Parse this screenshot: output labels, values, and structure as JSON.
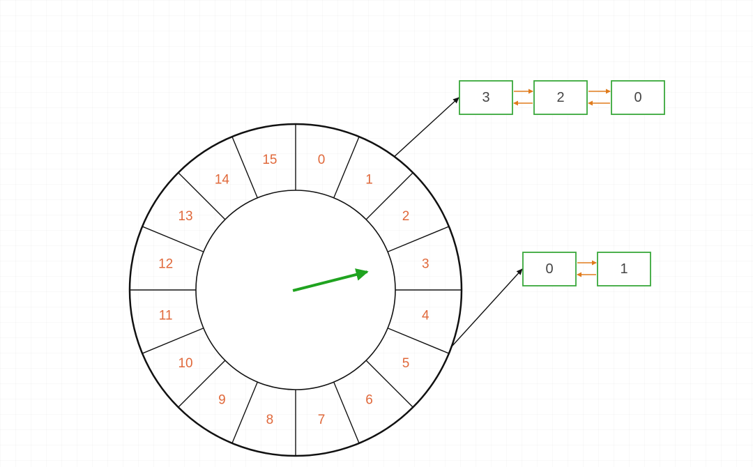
{
  "colors": {
    "wheel_stroke": "#111111",
    "slot_label": "#e0683a",
    "pointer": "#1fa31f",
    "node_border": "#39a83a",
    "node_text": "#444444",
    "link_arrow": "#e07b1c",
    "connector": "#111111"
  },
  "wheel": {
    "slot_count": 16,
    "slots": [
      "0",
      "1",
      "2",
      "3",
      "4",
      "5",
      "6",
      "7",
      "8",
      "9",
      "10",
      "11",
      "12",
      "13",
      "14",
      "15"
    ],
    "pointer_slot": 3
  },
  "lists": [
    {
      "attached_slot": 1,
      "nodes": [
        "3",
        "2",
        "0"
      ]
    },
    {
      "attached_slot": 4,
      "nodes": [
        "0",
        "1"
      ]
    }
  ]
}
